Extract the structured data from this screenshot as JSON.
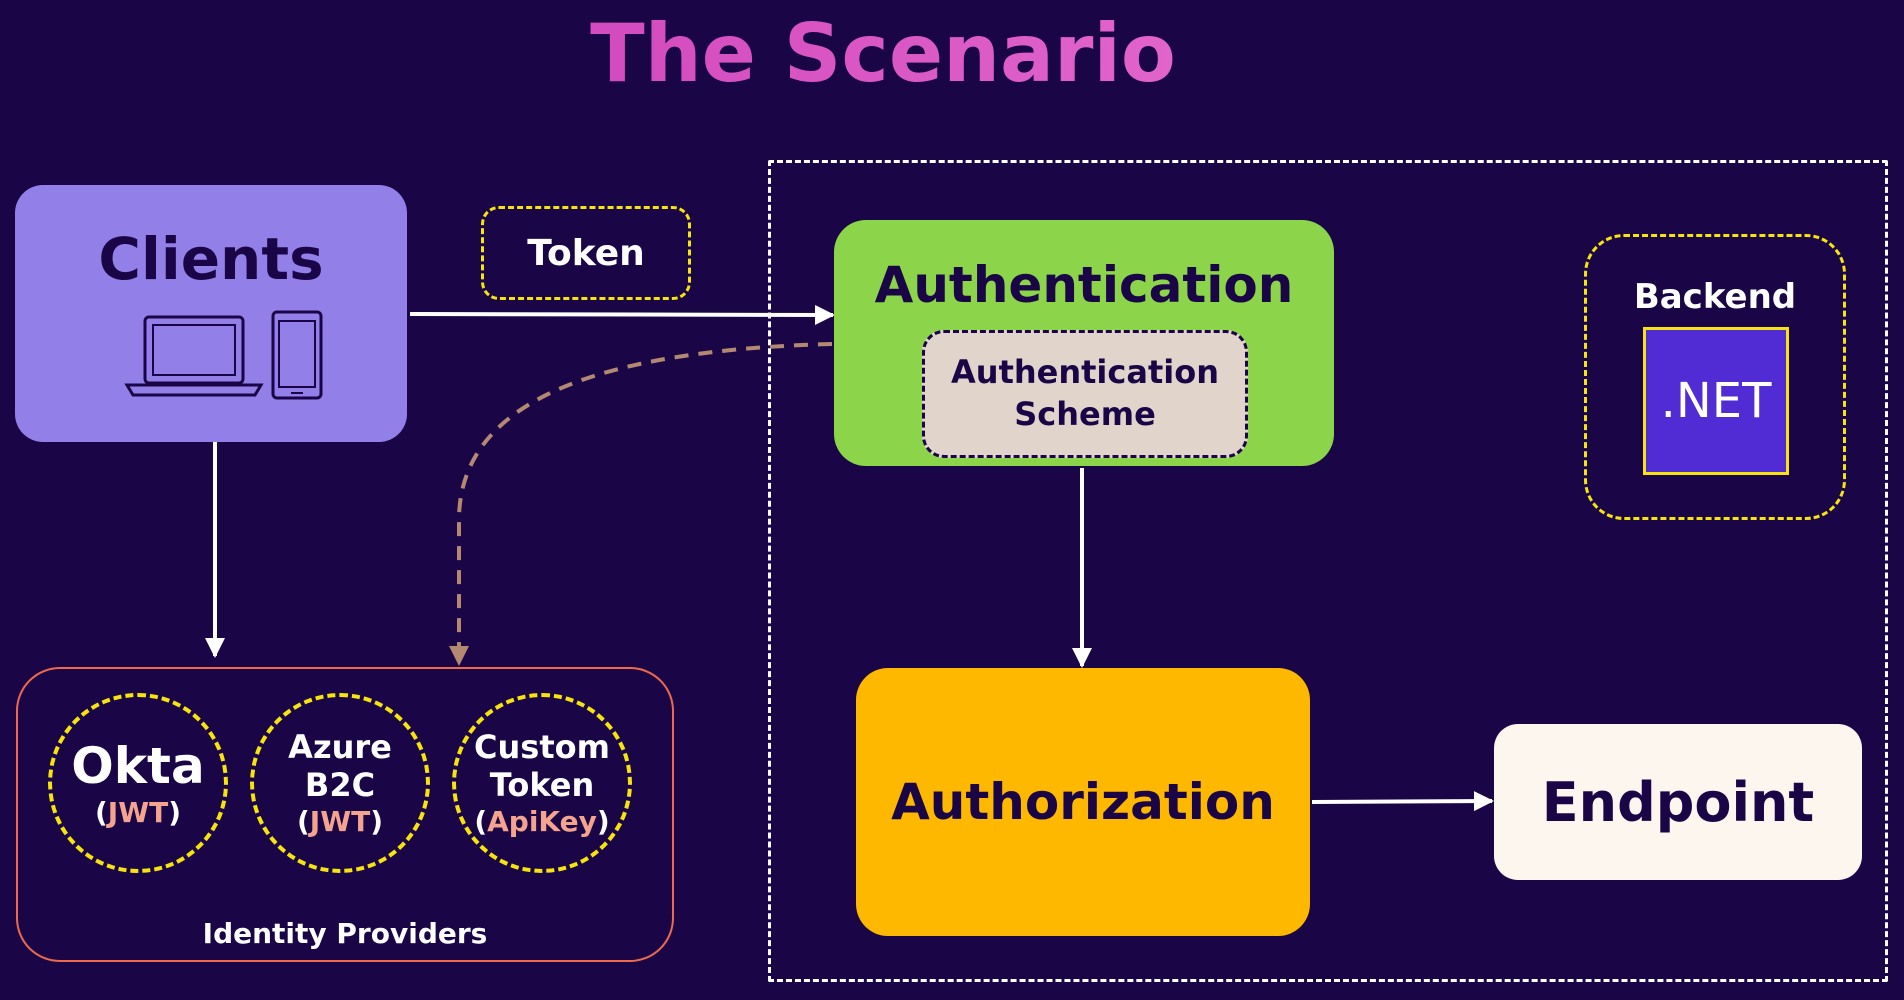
{
  "title": "The Scenario",
  "clients": {
    "label": "Clients",
    "icons": [
      "laptop-icon",
      "phone-icon"
    ]
  },
  "token_badge": "Token",
  "authentication": {
    "label": "Authentication",
    "scheme_line1": "Authentication",
    "scheme_line2": "Scheme"
  },
  "backend": {
    "label": "Backend",
    "logo_text": ".NET"
  },
  "authorization": "Authorization",
  "endpoint": "Endpoint",
  "identity_providers": {
    "caption": "Identity Providers",
    "providers": [
      {
        "line1": "Okta",
        "open": "(",
        "type": "JWT",
        "close": ")"
      },
      {
        "line1": "Azure",
        "line2": "B2C",
        "open": "(",
        "type": "JWT",
        "close": ")"
      },
      {
        "line1": "Custom",
        "line2": "Token",
        "open": "(",
        "type": "ApiKey",
        "close": ")"
      }
    ]
  },
  "colors": {
    "background": "#1a0647",
    "clients": "#9280e8",
    "authentication": "#8cd44a",
    "scheme": "#e0d4cb",
    "authorization": "#ffb800",
    "endpoint": "#fdf6ef",
    "dashed_highlight": "#f6e40f",
    "dotnet": "#512bd4",
    "idp_border": "#ee6a4d",
    "idp_type_text": "#f4a48e",
    "dashed_connector": "#b38a71"
  }
}
